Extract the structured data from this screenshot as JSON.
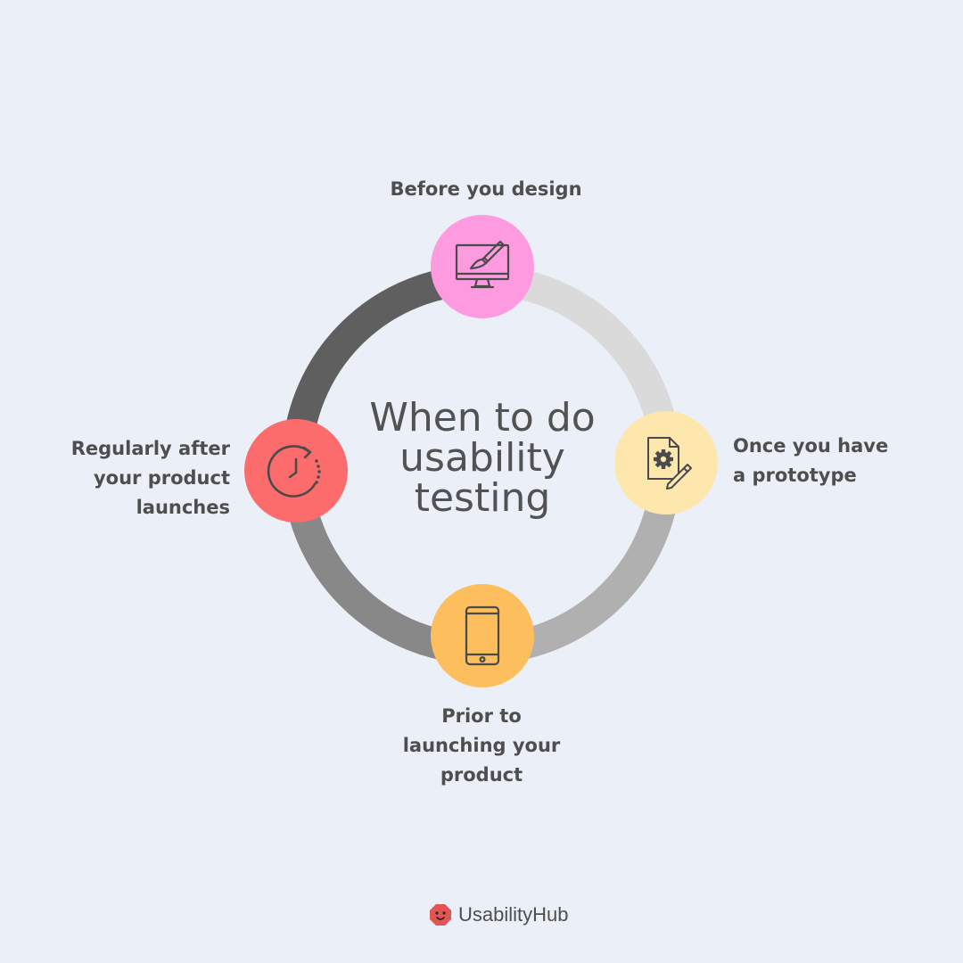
{
  "diagram": {
    "title_lines": [
      "When to do",
      "usability",
      "testing"
    ],
    "stages": [
      {
        "id": "before-design",
        "label_lines": [
          "Before you design"
        ],
        "color": "#fd9ae0",
        "icon": "monitor-paintbrush-icon"
      },
      {
        "id": "prototype",
        "label_lines": [
          "Once you have",
          "a prototype"
        ],
        "color": "#fde7ad",
        "icon": "document-gear-pencil-icon"
      },
      {
        "id": "prior-launch",
        "label_lines": [
          "Prior to",
          "launching your",
          "product"
        ],
        "color": "#fdbf5d",
        "icon": "smartphone-icon"
      },
      {
        "id": "after-launch",
        "label_lines": [
          "Regularly after",
          "your product",
          "launches"
        ],
        "color": "#fd6c6c",
        "icon": "clock-refresh-icon"
      }
    ],
    "ring_colors": {
      "top_right": "#dadada",
      "bottom_right": "#b0b0b0",
      "bottom_left": "#888888",
      "top_left": "#5f5f5f"
    }
  },
  "brand": {
    "name": "UsabilityHub",
    "icon": "usabilityhub-logo-icon",
    "color": "#e25555"
  }
}
